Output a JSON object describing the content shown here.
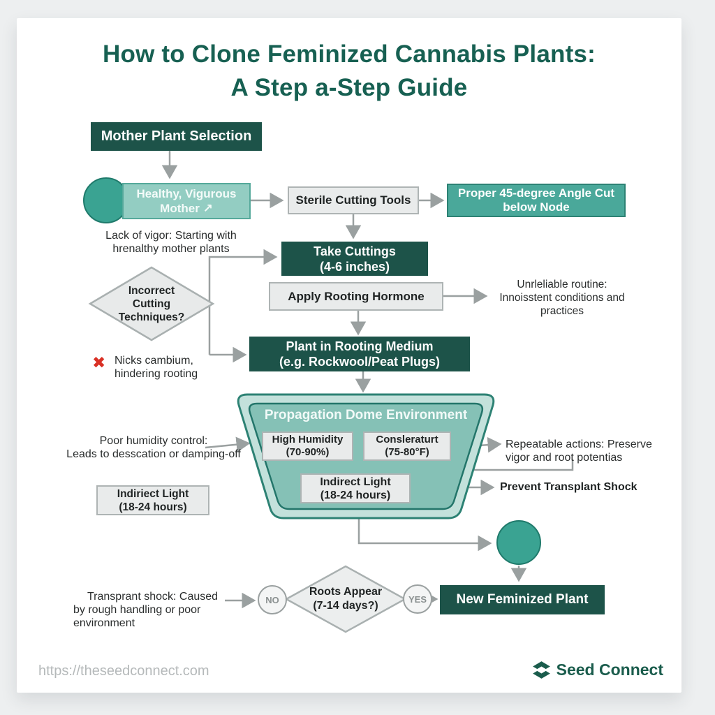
{
  "page": {
    "title_line1": "How to Clone Feminized Cannabis Plants:",
    "title_line2": "A Step a-Step Guide",
    "footer_url": "https://theseedconnect.com",
    "brand_name": "Seed Connect"
  },
  "colors": {
    "title_text": "#176052",
    "dark_teal_box": "#1d5349",
    "medium_teal_box": "#4aa89a",
    "light_teal_box": "#93cdc2",
    "node_circle": "#3aa392",
    "gray_box": "#e9ebeb",
    "dome_outer": "#c3e1db",
    "dome_inner": "#85c1b6",
    "dome_border": "#2d8274",
    "connector_gray": "#9aa0a0",
    "error_red": "#d93025",
    "brand_green": "#1a5c4c"
  },
  "icons": {
    "up_trend": "↗",
    "error_x": "✖"
  },
  "nodes": {
    "mother_selection": {
      "label": "Mother Plant Selection"
    },
    "healthy_mother": {
      "line1": "Healthy, Vigurous",
      "line2": "Mother"
    },
    "sterile_tools": {
      "label": "Sterile Cutting Tools"
    },
    "angle_cut": {
      "line1": "Proper 45-degree Angle Cut",
      "line2": "below Node"
    },
    "take_cuttings": {
      "line1": "Take Cuttings",
      "line2": "(4-6 inches)"
    },
    "apply_hormone": {
      "label": "Apply Rooting Hormone"
    },
    "incorrect_cutting": {
      "line1": "Incorrect",
      "line2": "Cutting",
      "line3": "Techniques?"
    },
    "plant_medium": {
      "line1": "Plant in Rooting Medium",
      "line2": "(e.g. Rockwool/Peat Plugs)"
    },
    "dome": {
      "title": "Propagation Dome Environment",
      "humidity": {
        "line1": "High Humidity",
        "line2": "(70-90%)"
      },
      "temperature": {
        "line1": "Consleraturt",
        "line2": "(75-80°F)"
      },
      "light": {
        "line1": "Indirect Light",
        "line2": "(18-24 hours)"
      }
    },
    "indirect_light_left": {
      "line1": "Indiriect Light",
      "line2": "(18-24 hours)"
    },
    "roots_appear": {
      "line1": "Roots Appear",
      "line2": "(7-14 days?)"
    },
    "decision_no": "NO",
    "decision_yes": "YES",
    "new_plant": {
      "label": "New Feminized Plant"
    }
  },
  "annotations": {
    "lack_of_vigor": {
      "line1": "Lack of vigor: Starting with",
      "line2": "hrenalthy mother plants"
    },
    "unreliable": {
      "line1": "Unrleliable routine:",
      "line2": "Innoisstent conditions and",
      "line3": "practices"
    },
    "nicks": {
      "line1": "Nicks cambium,",
      "line2": "hindering rooting"
    },
    "poor_humidity": {
      "line1": "Poor humidity control:",
      "line2": "Leads to desscation or damping-off"
    },
    "repeatable": {
      "line1": "Repeatable actions: Preserve",
      "line2": "vigor and root potentias"
    },
    "prevent_shock": "Prevent Transplant Shock",
    "transplant_shock": {
      "line1": "Transprant shock: Caused",
      "line2": "by rough handling or poor",
      "line3": "environment"
    }
  }
}
